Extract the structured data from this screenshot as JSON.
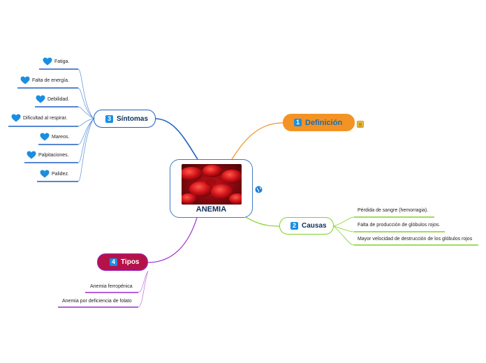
{
  "center": {
    "title": "ANEMIA"
  },
  "topics": {
    "definicion": {
      "number": "1",
      "label": "Definición",
      "color": "#f39323",
      "number_color": "#1b8ee0",
      "text_color": "#1a6db3"
    },
    "causas": {
      "number": "2",
      "label": "Causas",
      "color": "#7ed321",
      "number_color": "#1b8ee0",
      "text_color": "#0c2f58"
    },
    "sintomas": {
      "number": "3",
      "label": "Síntomas",
      "color": "#1f5fc4",
      "number_color": "#1b8ee0",
      "text_color": "#0c2f58"
    },
    "tipos": {
      "number": "4",
      "label": "Tipos",
      "color": "#b5124a",
      "number_color": "#1b8ee0",
      "text_color": "#ffffff"
    }
  },
  "causas_items": [
    "Pérdida de sangre (hemorragia).",
    "Falta de producción de glóbulos rojos.",
    "Mayor velocidad de destrucción de los glóbulos rojos"
  ],
  "sintomas_items": [
    "Fatiga.",
    "Falta de energía.",
    "Debilidad.",
    "Dificultad al respirar.",
    "Mareos.",
    "Palpitaciones.",
    "Palidez."
  ],
  "tipos_items": [
    "Anemia ferropénica",
    "Anemia por deficiencia de folato"
  ],
  "icons": {
    "note": "note-icon",
    "hyperlink": "globe-link-icon",
    "heart": "heart-icon"
  }
}
